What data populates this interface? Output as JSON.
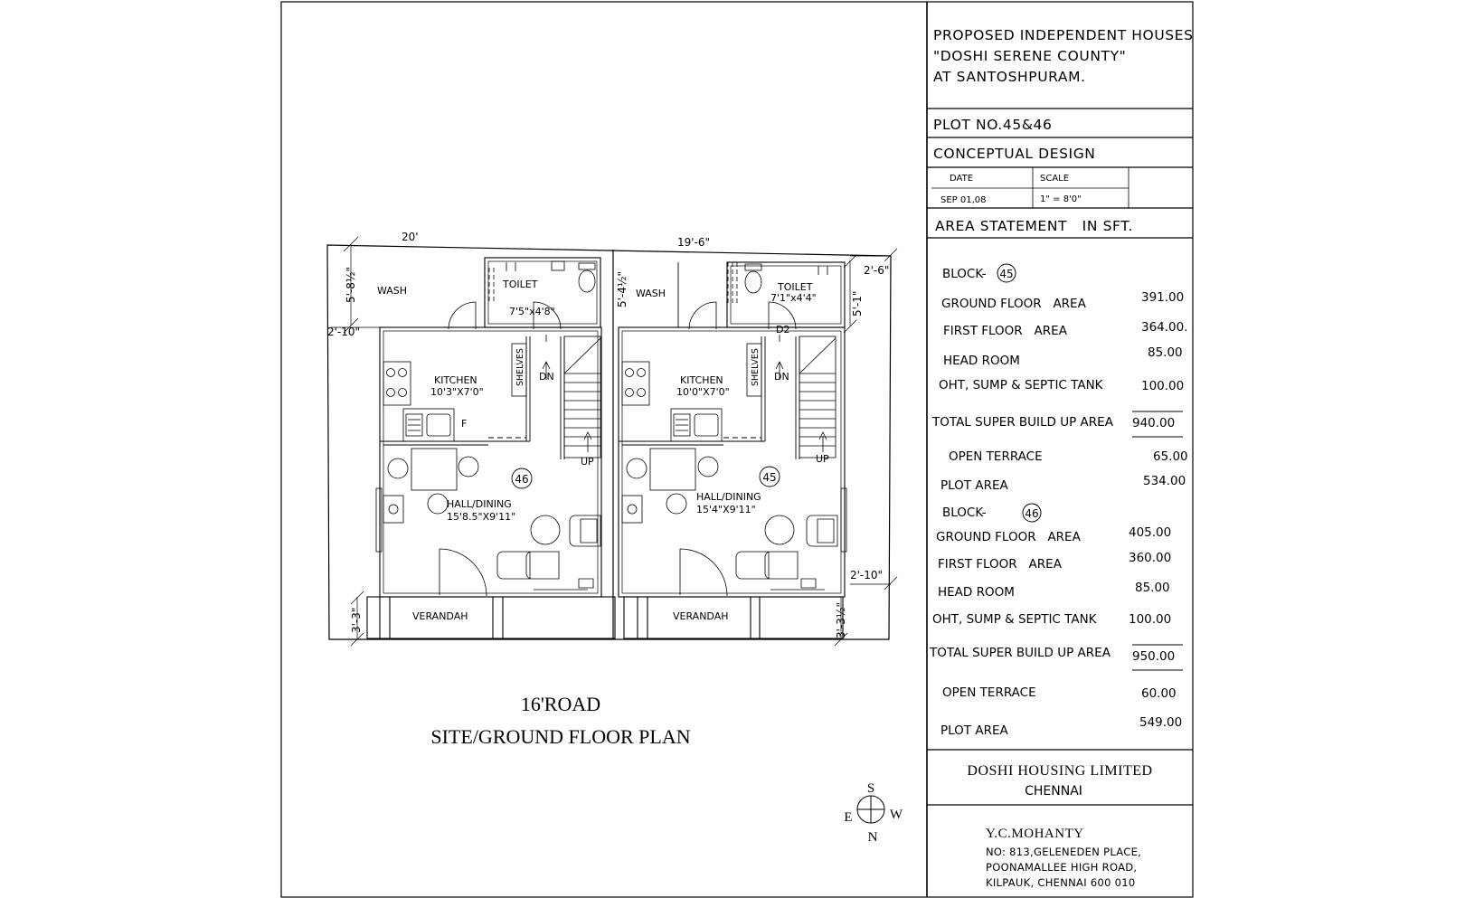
{
  "title_block": {
    "project": [
      "PROPOSED INDEPENDENT HOUSES",
      "\"DOSHI SERENE COUNTY\"",
      "AT SANTOSHPURAM."
    ],
    "plot": "PLOT NO.45&46",
    "design": "CONCEPTUAL DESIGN",
    "date_label": "DATE",
    "scale_label": "SCALE",
    "date_value": "SEP 01,08",
    "scale_value": "1\" = 8'0\"",
    "area_heading": "AREA STATEMENT   IN SFT.",
    "company": "DOSHI HOUSING LIMITED",
    "city": "CHENNAI",
    "architect": "Y.C.MOHANTY",
    "address": [
      "NO: 813,GELENEDEN PLACE,",
      "POONAMALLEE HIGH ROAD,",
      "KILPAUK, CHENNAI 600 010"
    ]
  },
  "area_statement": {
    "block_label": "BLOCK-",
    "blocks": [
      {
        "number": "45",
        "rows": [
          {
            "label": "GROUND FLOOR   AREA",
            "value": "391.00"
          },
          {
            "label": "FIRST FLOOR   AREA",
            "value": "364.00."
          },
          {
            "label": "HEAD ROOM",
            "value": "85.00"
          },
          {
            "label": "OHT, SUMP & SEPTIC TANK",
            "value": "100.00"
          }
        ],
        "total_label": "TOTAL SUPER BUILD UP AREA",
        "total_value": "940.00",
        "extra": [
          {
            "label": "OPEN TERRACE",
            "value": "65.00"
          },
          {
            "label": "PLOT AREA",
            "value": "534.00"
          }
        ]
      },
      {
        "number": "46",
        "rows": [
          {
            "label": "GROUND FLOOR   AREA",
            "value": "405.00"
          },
          {
            "label": "FIRST FLOOR   AREA",
            "value": "360.00"
          },
          {
            "label": "HEAD ROOM",
            "value": "85.00"
          },
          {
            "label": "OHT, SUMP & SEPTIC TANK",
            "value": "100.00"
          }
        ],
        "total_label": "TOTAL SUPER BUILD UP AREA",
        "total_value": "950.00",
        "extra": [
          {
            "label": "OPEN TERRACE",
            "value": "60.00"
          },
          {
            "label": "PLOT AREA",
            "value": "549.00"
          }
        ]
      }
    ]
  },
  "plan": {
    "road": "16'ROAD",
    "title": "SITE/GROUND FLOOR PLAN",
    "dims": {
      "top_left": "20'",
      "top_right": "19'-6\"",
      "left_wash": "5'-8½\"",
      "left_offset": "2'-10\"",
      "left_verandah": "3'-3\"",
      "right_top": "2'-6\"",
      "right_toilet": "5'-1\"",
      "right_offset": "2'-10\"",
      "right_verandah": "3'-3½\"",
      "mid_wash": "5'-4½\""
    },
    "units": [
      {
        "block": "46",
        "wash": "WASH",
        "toilet": "TOILET",
        "toilet_size": "7'5\"x4'8\"",
        "kitchen": "KITCHEN",
        "kitchen_size": "10'3\"X7'0\"",
        "shelves": "SHELVES",
        "dn": "DN",
        "up": "UP",
        "fridge": "F",
        "hall": "HALL/DINING",
        "hall_size": "15'8.5\"X9'11\"",
        "verandah": "VERANDAH"
      },
      {
        "block": "45",
        "wash": "WASH",
        "toilet": "TOILET",
        "toilet_size": "7'1\"x4'4\"",
        "door": "D2",
        "kitchen": "KITCHEN",
        "kitchen_size": "10'0\"X7'0\"",
        "shelves": "SHELVES",
        "dn": "DN",
        "up": "UP",
        "hall": "HALL/DINING",
        "hall_size": "15'4\"X9'11\"",
        "verandah": "VERANDAH"
      }
    ]
  },
  "compass": {
    "s": "S",
    "e": "E",
    "w": "W",
    "n": "N"
  }
}
